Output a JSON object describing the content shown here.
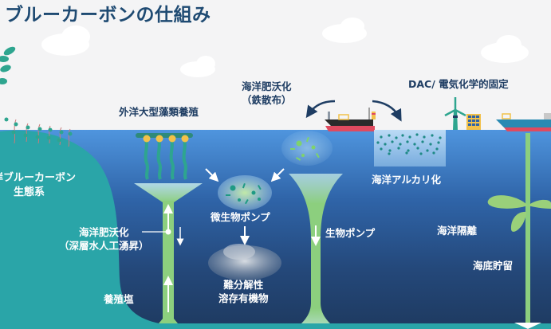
{
  "title": "ブルーカーボンの仕組み",
  "labels": {
    "macroalgae": "外洋大型藻類養殖",
    "iron_fert_line1": "海洋肥沃化",
    "iron_fert_line2": "（鉄散布）",
    "dac": "DAC/ 電気化学的固定",
    "coastal_line1": "沿岸ブルーカーボン",
    "coastal_line2": "生態系",
    "upwelling_line1": "海洋肥沃化",
    "upwelling_line2": "（深層水人工湧昇）",
    "nutrients": "養殖塩",
    "microbial_pump": "微生物ポンプ",
    "rdom_line1": "難分解性",
    "rdom_line2": "溶存有機物",
    "biological_pump": "生物ポンプ",
    "alkalinity": "海洋アルカリ化",
    "ocean_isolation": "海洋隔離",
    "seabed_storage": "海底貯留"
  },
  "colors": {
    "sky": "#f4f4f5",
    "title": "#1e4a72",
    "ocean_top": "#4a90d9",
    "ocean_bottom": "#1f3a5f",
    "coast": "#2aa5a8",
    "green": "#8ccf7e",
    "ship_red": "#e04a5f"
  }
}
